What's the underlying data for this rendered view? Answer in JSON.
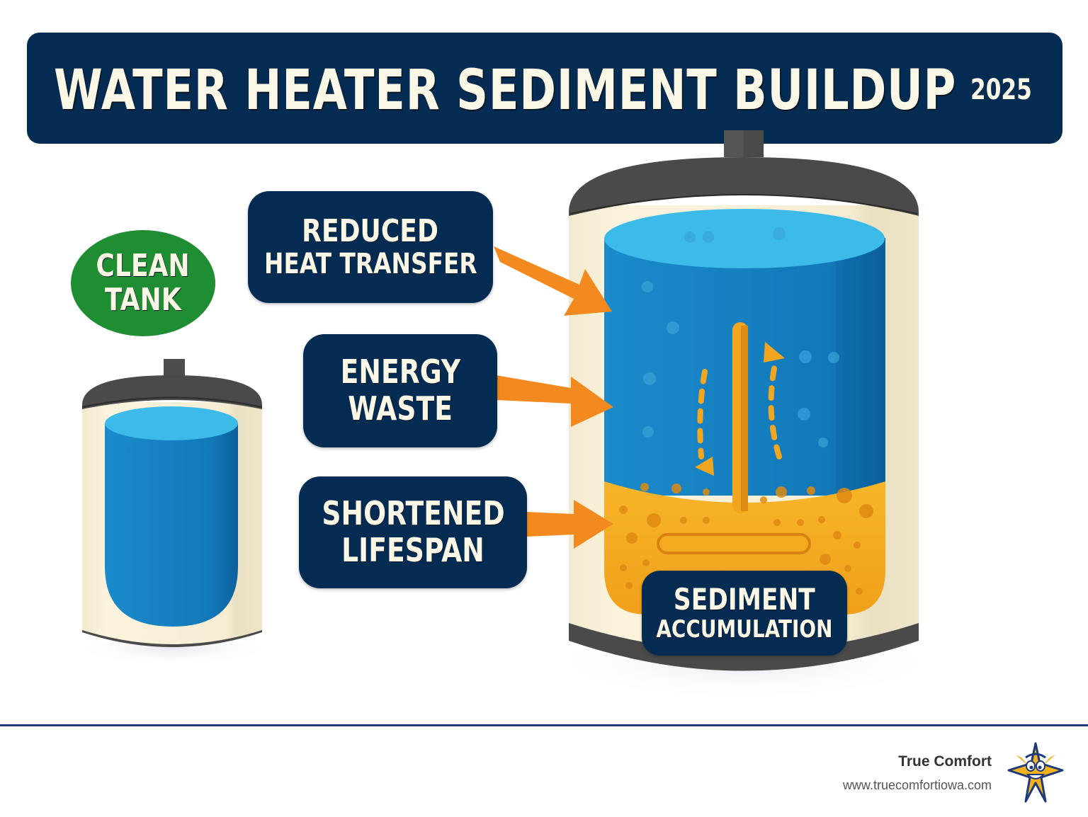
{
  "header": {
    "title": "WATER HEATER SEDIMENT BUILDUP",
    "year": "2025"
  },
  "clean_tank": {
    "badge_line1": "CLEAN",
    "badge_line2": "TANK"
  },
  "callouts": [
    {
      "line1": "REDUCED",
      "line2": "HEAT TRANSFER",
      "arrow_color": "#f28a1f"
    },
    {
      "line1": "ENERGY",
      "line2": "WASTE",
      "arrow_color": "#f28a1f"
    },
    {
      "line1": "SHORTENED",
      "line2": "LIFESPAN",
      "arrow_color": "#f28a1f"
    }
  ],
  "sediment_label": {
    "line1": "SEDIMENT",
    "line2": "ACCUMULATION"
  },
  "footer": {
    "brand": "True Comfort",
    "url": "www.truecomfortiowa.com"
  },
  "colors": {
    "navy": "#042b52",
    "green": "#1f8e32",
    "water": "#1a86c7",
    "water_top": "#3dbbe8",
    "sediment": "#f4ab1f",
    "tank_shell": "#f7efd6",
    "tank_cap": "#4a4a4a",
    "arrow": "#f28a1f",
    "footer_rule": "#213f7a"
  }
}
